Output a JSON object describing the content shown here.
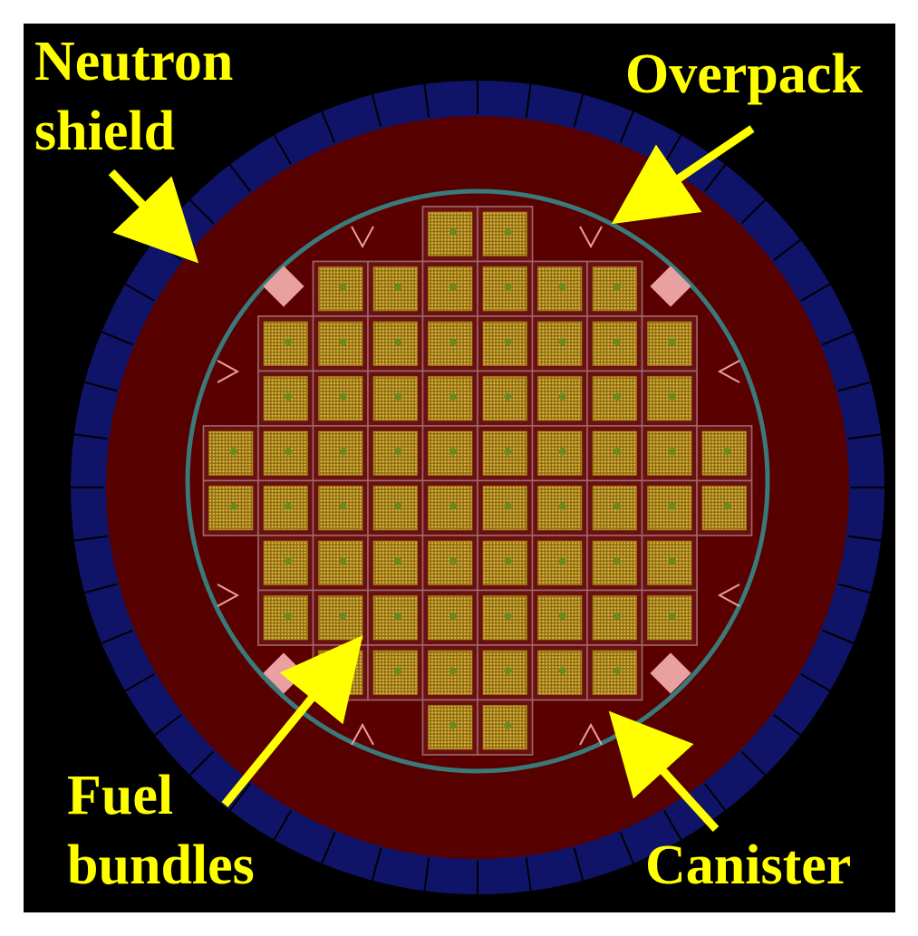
{
  "labels": {
    "neutron_shield_line1": "Neutron",
    "neutron_shield_line2": "shield",
    "overpack": "Overpack",
    "fuel_bundles_line1": "Fuel",
    "fuel_bundles_line2": "bundles",
    "canister": "Canister"
  },
  "colors": {
    "background": "#000000",
    "frame": "#ffffff",
    "neutron_shield": "#101468",
    "neutron_shield_segment_edge": "#1e2a8a",
    "overpack": "#560000",
    "canister_shell": "#3a7a7a",
    "canister_interior": "#5a0000",
    "basket_grid": "#9a6a6a",
    "fuel_bundle": "#b08a18",
    "fuel_rod": "#e0b840",
    "shim_block": "#e8a0a0",
    "label": "#ffff00",
    "arrow": "#ffff00"
  },
  "diagram": {
    "neutron_shield_segments": 48,
    "fuel_bundle_rows": [
      2,
      6,
      8,
      8,
      10,
      10,
      8,
      8,
      6,
      2
    ],
    "fuel_bundle_count": 68
  }
}
